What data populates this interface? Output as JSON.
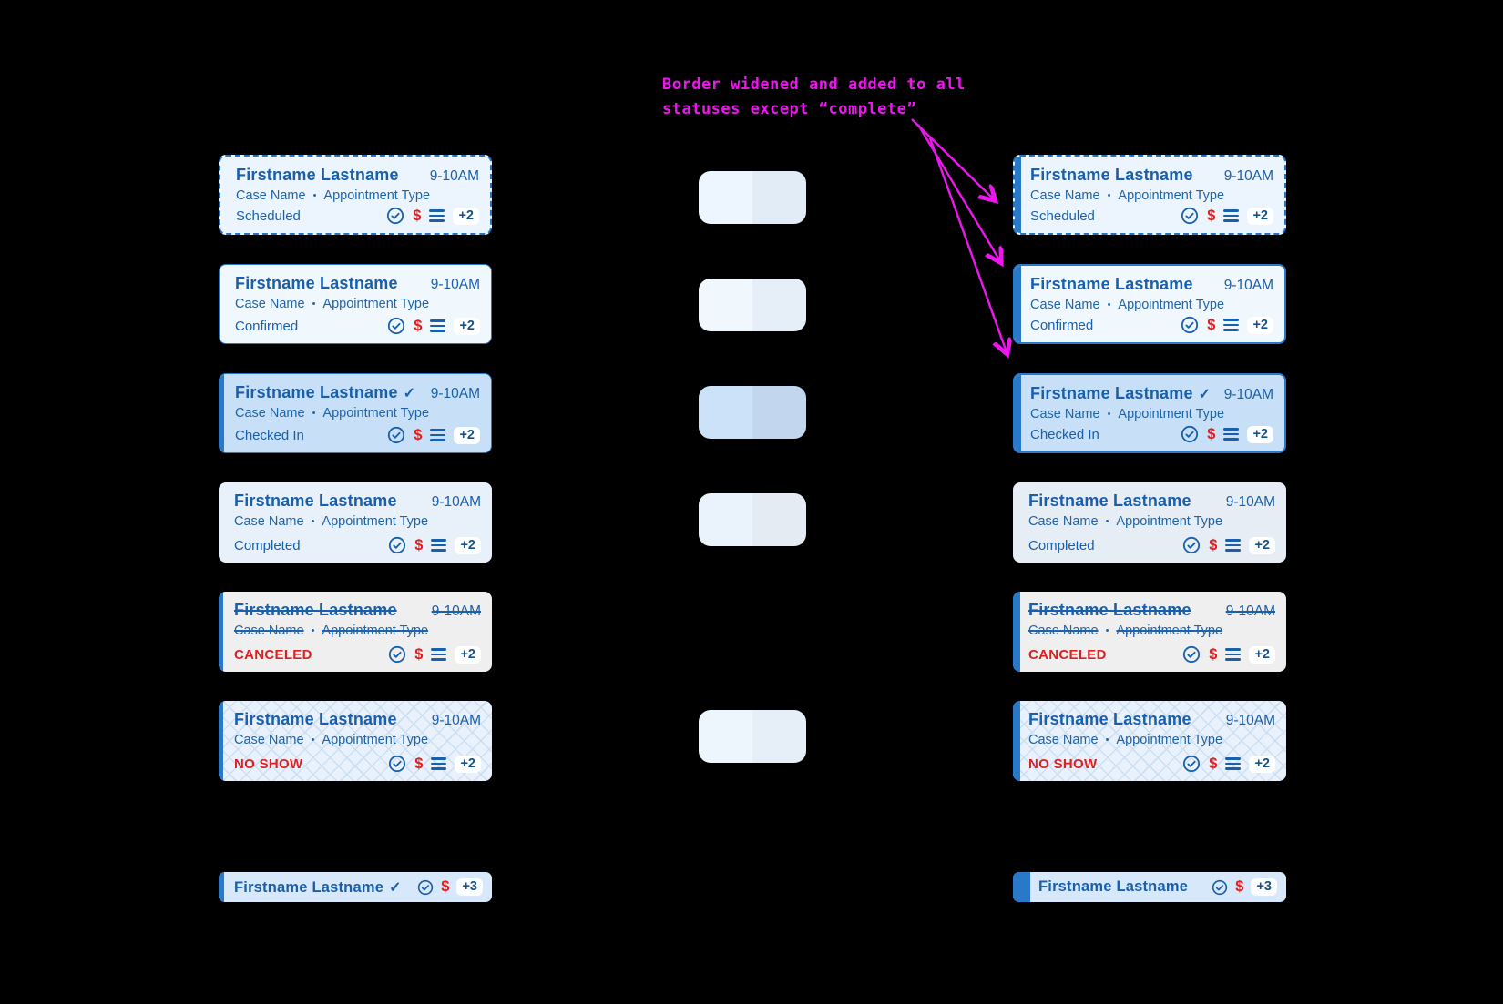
{
  "annotation": {
    "line1": "Border widened and added to all",
    "line2": "statuses except “complete”"
  },
  "card": {
    "title": "Firstname Lastname",
    "check_mark": "✓",
    "time": "9-10AM",
    "case_name": "Case Name",
    "separator": "•",
    "appointment_type": "Appointment Type",
    "dollar": "$",
    "more_badge": "+2"
  },
  "compact": {
    "title": "Firstname Lastname",
    "check_mark": "✓",
    "dollar": "$",
    "more_badge": "+3"
  },
  "statuses": {
    "scheduled": "Scheduled",
    "confirmed": "Confirmed",
    "checked_in": "Checked In",
    "completed": "Completed",
    "canceled": "CANCELED",
    "no_show": "NO SHOW"
  },
  "icons": {
    "check_circle": "check-circle-icon",
    "dollar": "dollar-icon",
    "list": "list-lines-icon"
  },
  "swatches": [
    {
      "row": "scheduled",
      "left": "#edf6fe",
      "right": "#e2ecf7"
    },
    {
      "row": "confirmed",
      "left": "#f0f8fe",
      "right": "#e6eef8"
    },
    {
      "row": "checked_in",
      "left": "#cbe2f9",
      "right": "#c2d6ee"
    },
    {
      "row": "completed",
      "left": "#eaf2fb",
      "right": "#e5ebf3"
    },
    {
      "row": "no_show",
      "left": "#eef6fd",
      "right": "#e6eef7"
    }
  ],
  "colors": {
    "canvas_bg": "#000000",
    "accent_blue": "#2979c8",
    "text_blue": "#1a5fac",
    "alert_red": "#d92323",
    "annotation_magenta": "#ee16ee"
  }
}
